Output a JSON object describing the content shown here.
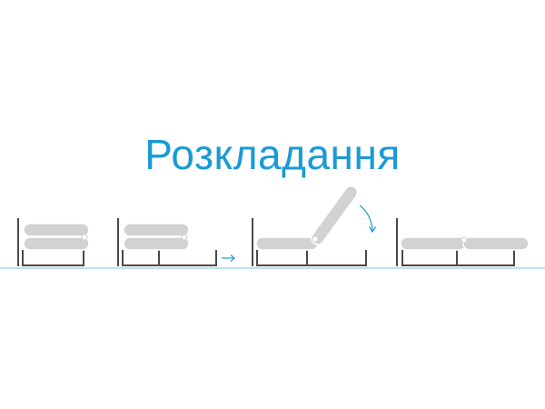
{
  "title": "Розкладання",
  "colors": {
    "accent": "#1a9ad6",
    "frame": "#4a4a4a",
    "cushion_fill": "#d2d2d2",
    "cushion_stroke": "#ffffff",
    "floor_line": "#7cc4e4"
  },
  "icons": {
    "step_arrow": "right-arrow-icon",
    "flip_arrow": "curved-arrow-icon"
  },
  "steps": [
    {
      "name": "folded-chair",
      "state": "folded"
    },
    {
      "name": "seat-frame-pulled-out",
      "state": "frame-extended"
    },
    {
      "name": "back-cushion-flipping",
      "state": "unfolding"
    },
    {
      "name": "unfolded-bed",
      "state": "unfolded"
    }
  ]
}
